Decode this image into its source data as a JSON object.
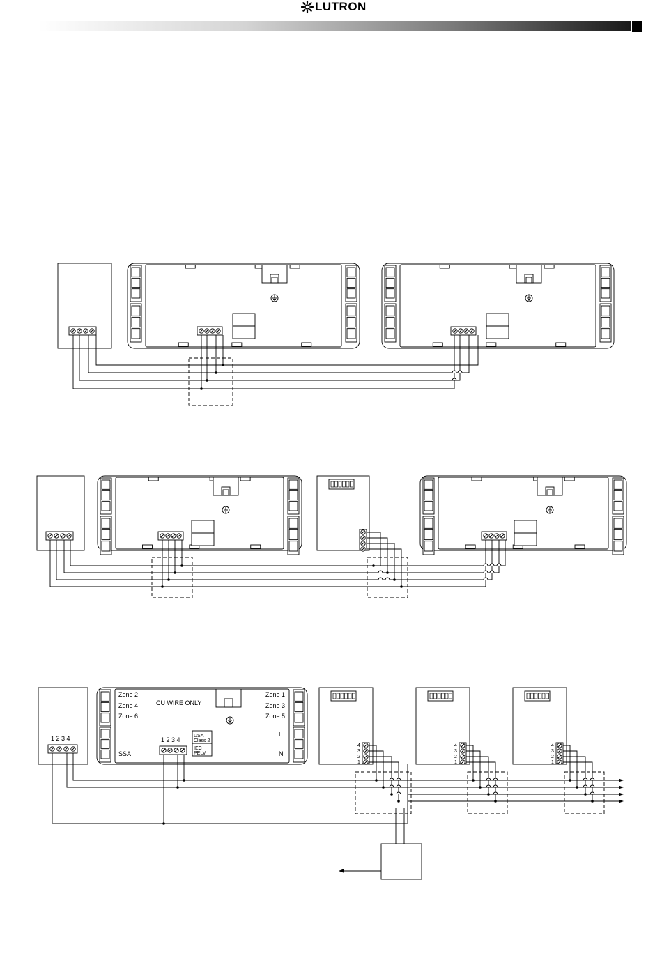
{
  "header": {
    "brand": "LUTRON",
    "logo_icon": "sunburst-logo-icon"
  },
  "diagram3": {
    "zone_labels_left": [
      "Zone 2",
      "Zone 4",
      "Zone 6"
    ],
    "zone_labels_right": [
      "Zone 1",
      "Zone 3",
      "Zone 5"
    ],
    "cu_wire": "CU WIRE ONLY",
    "line_label": "L",
    "neutral_label": "N",
    "ssa_label": "SSA",
    "usa_label": "USA",
    "class_label": "Class 2",
    "iec_label": "IEC",
    "pelv_label": "PELV",
    "left_terminal_numbers": "1 2 3 4",
    "dimmer_terminal_numbers": "1 2 3 4",
    "interface_terminal_numbers": [
      "4",
      "3",
      "2",
      "1"
    ]
  },
  "colors": {
    "line": "#000000",
    "background": "#ffffff"
  }
}
